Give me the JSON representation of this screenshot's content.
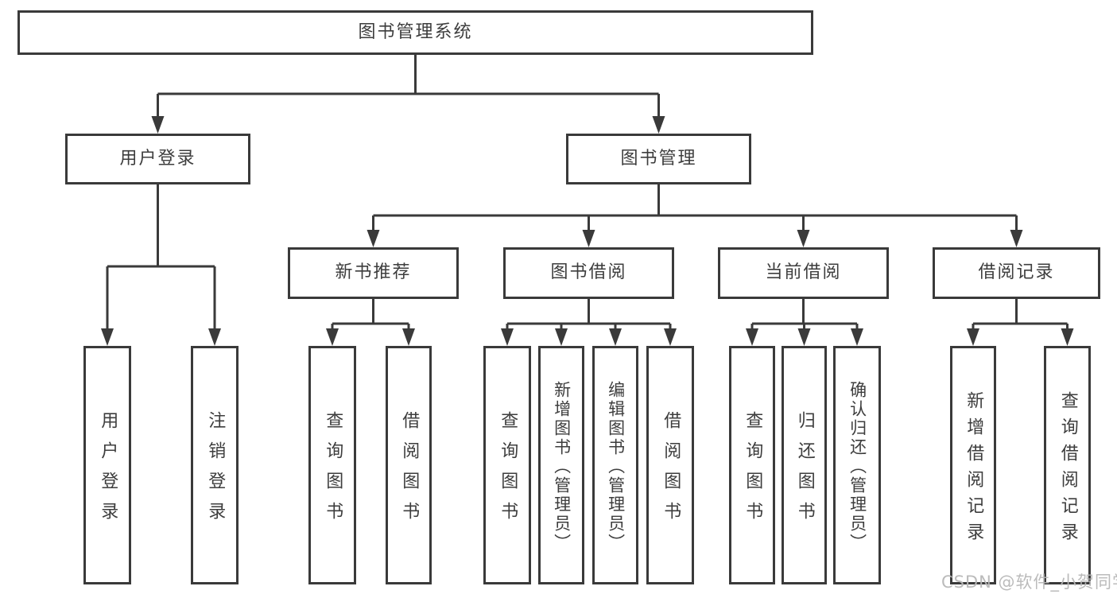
{
  "tree": {
    "root": {
      "label": "图书管理系统"
    },
    "branches": [
      {
        "label": "用户登录",
        "children": [
          {
            "label": "用户登录"
          },
          {
            "label": "注销登录"
          }
        ]
      },
      {
        "label": "图书管理",
        "children": [
          {
            "label": "新书推荐",
            "children": [
              {
                "label": "查询图书"
              },
              {
                "label": "借阅图书"
              }
            ]
          },
          {
            "label": "图书借阅",
            "children": [
              {
                "label": "查询图书"
              },
              {
                "label": "新增图书（管理员）"
              },
              {
                "label": "编辑图书（管理员）"
              },
              {
                "label": "借阅图书"
              }
            ]
          },
          {
            "label": "当前借阅",
            "children": [
              {
                "label": "查询图书"
              },
              {
                "label": "归还图书"
              },
              {
                "label": "确认归还（管理员）"
              }
            ]
          },
          {
            "label": "借阅记录",
            "children": [
              {
                "label": "新增借阅记录"
              },
              {
                "label": "查询借阅记录"
              }
            ]
          }
        ]
      }
    ]
  },
  "watermark": {
    "text": "CSDN @软件_小贺同学"
  },
  "colors": {
    "line": "#3a3a3a",
    "text": "#3d3d3d",
    "watermark": "#b7b7b7"
  }
}
